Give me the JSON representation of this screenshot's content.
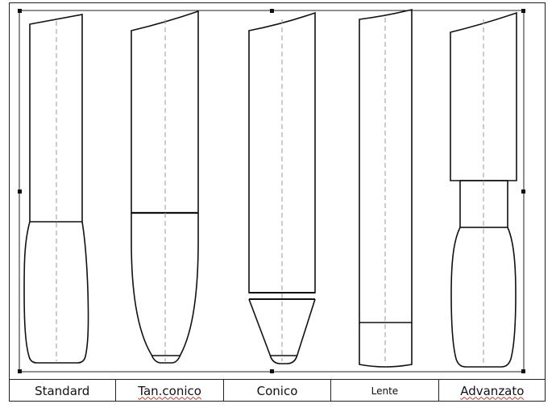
{
  "labels": {
    "standard": "Standard",
    "tan_conico": "Tan.conico",
    "conico": "Conico",
    "lente": "Lente",
    "advanzato": "Advanzato"
  },
  "colors": {
    "stroke": "#111111",
    "centerline": "#9a9a9a",
    "handle": "#111111"
  }
}
